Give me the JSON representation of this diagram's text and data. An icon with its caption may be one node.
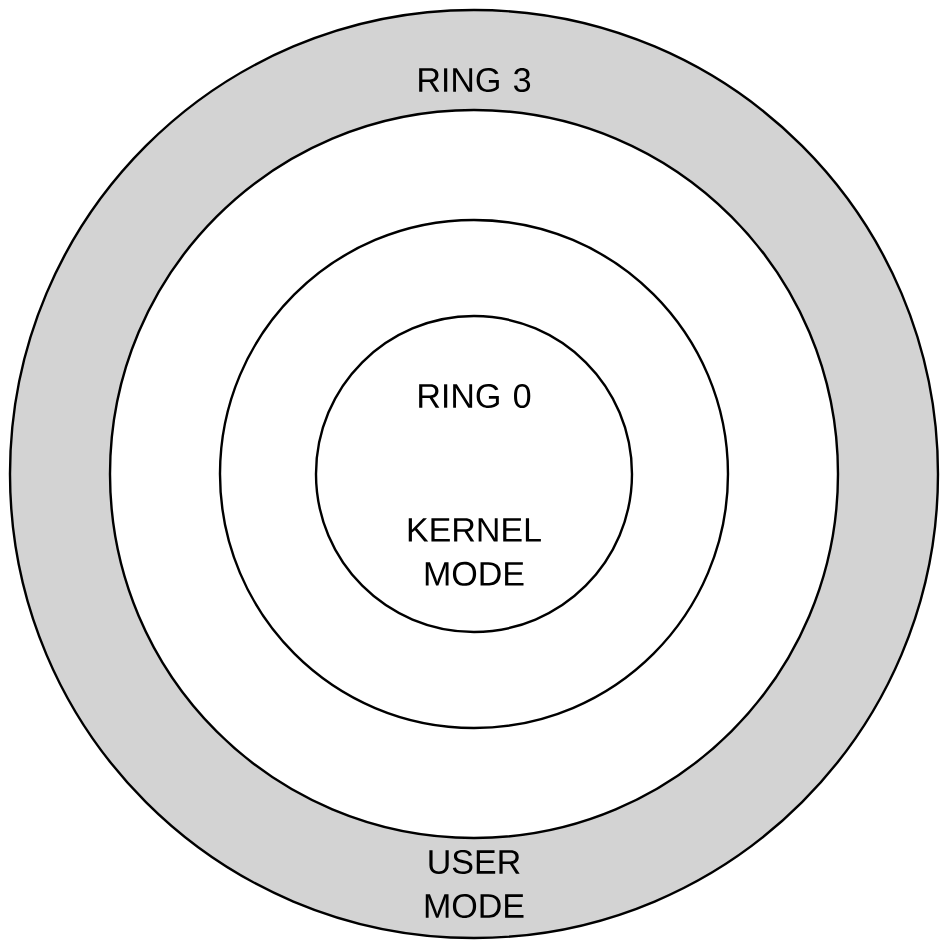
{
  "diagram": {
    "nodes": [
      {
        "text": [
          "RING 3",
          "USER MODE"
        ]
      },
      {
        "text": [],
        "shape": "circle",
        "in": 0
      },
      {
        "text": [],
        "shape": "circle",
        "in": 1
      },
      {
        "text": [
          "RING 0",
          "KERNEL MODE"
        ],
        "in": 2
      }
    ]
  }
}
